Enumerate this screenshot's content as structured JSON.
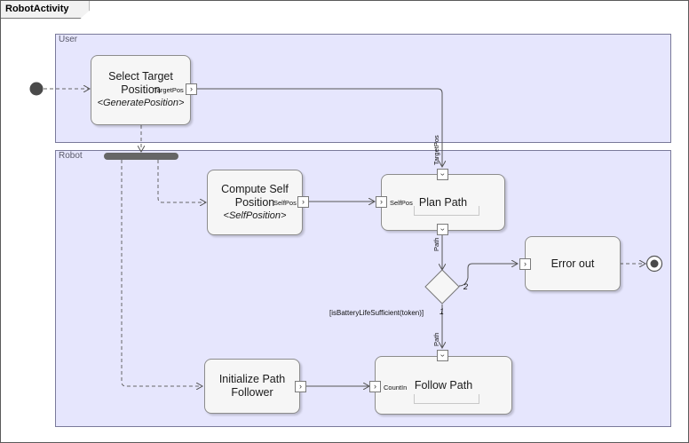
{
  "diagram": {
    "title": "RobotActivity"
  },
  "lanes": {
    "user": "User",
    "robot": "Robot"
  },
  "actions": {
    "select_target": {
      "line1": "Select Target",
      "line2": "Position",
      "behavior": "<GeneratePosition>"
    },
    "compute_self": {
      "line1": "Compute Self",
      "line2": "Position",
      "behavior": "<SelfPosition>"
    },
    "plan_path": {
      "label": "Plan Path"
    },
    "error_out": {
      "label": "Error out"
    },
    "init_follower": {
      "line1": "Initialize Path",
      "line2": "Follower"
    },
    "follow_path": {
      "label": "Follow Path"
    }
  },
  "pins": {
    "target_pos_out": "TargetPos",
    "target_pos_in": "TargetPos",
    "self_pos_out": "SelfPos",
    "self_pos_in": "SelfPos",
    "path_out": "Path",
    "path_in": "Path",
    "count_in": "CountIn"
  },
  "decision": {
    "guard": "[isBatteryLifeSufficient(token)]",
    "priority_1": "1",
    "priority_2": "2"
  }
}
